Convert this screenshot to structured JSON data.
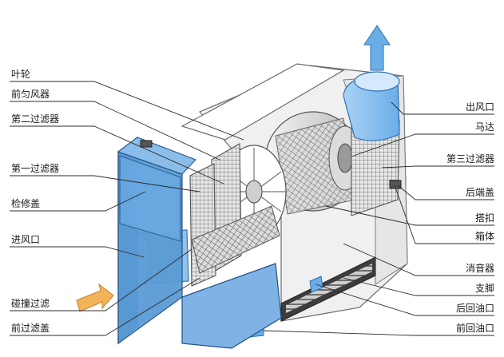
{
  "labels_left": [
    {
      "id": "impeller",
      "text": "叶轮"
    },
    {
      "id": "front-equalizer",
      "text": "前匀风器"
    },
    {
      "id": "second-filter",
      "text": "第二过滤器"
    },
    {
      "id": "first-filter",
      "text": "第一过滤器"
    },
    {
      "id": "access-cover",
      "text": "检修盖"
    },
    {
      "id": "air-inlet",
      "text": "进风口"
    },
    {
      "id": "impact-filter",
      "text": "碰撞过滤"
    },
    {
      "id": "front-filter-cover",
      "text": "前过滤盖"
    }
  ],
  "labels_right": [
    {
      "id": "air-outlet",
      "text": "出风口"
    },
    {
      "id": "motor",
      "text": "马达"
    },
    {
      "id": "third-filter",
      "text": "第三过滤器"
    },
    {
      "id": "rear-cover",
      "text": "后端盖"
    },
    {
      "id": "latch",
      "text": "搭扣"
    },
    {
      "id": "housing",
      "text": "箱体"
    },
    {
      "id": "silencer",
      "text": "消音器"
    },
    {
      "id": "support-leg",
      "text": "支脚"
    },
    {
      "id": "rear-oil-return",
      "text": "后回油口"
    },
    {
      "id": "front-oil-return",
      "text": "前回油口"
    }
  ],
  "colors": {
    "housing_front": "#5b9bd5",
    "housing_side": "#7fb3e6",
    "housing_dark": "#3f7fbf",
    "arrow_blue": "#6aaee8",
    "arrow_orange": "#f3b35a",
    "mesh": "#6b6b6b"
  }
}
